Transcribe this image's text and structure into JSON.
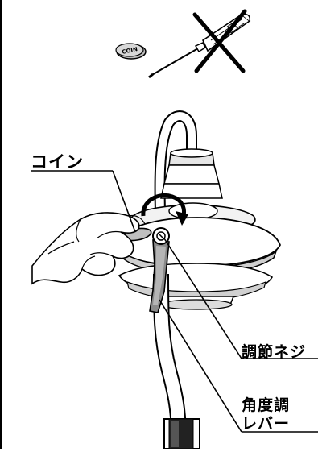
{
  "coin_face_text": "COIN",
  "labels": {
    "coin": "コイン",
    "adjust_screw": "調節ネジ",
    "angle_lever_line1": "角度調",
    "angle_lever_line2": "レバー"
  },
  "colors": {
    "ink": "#000000",
    "paper": "#ffffff",
    "coin_fill": "#c8c8c8",
    "shade_gray": "#d4d4d4",
    "dark_gray": "#8a8a8a"
  }
}
